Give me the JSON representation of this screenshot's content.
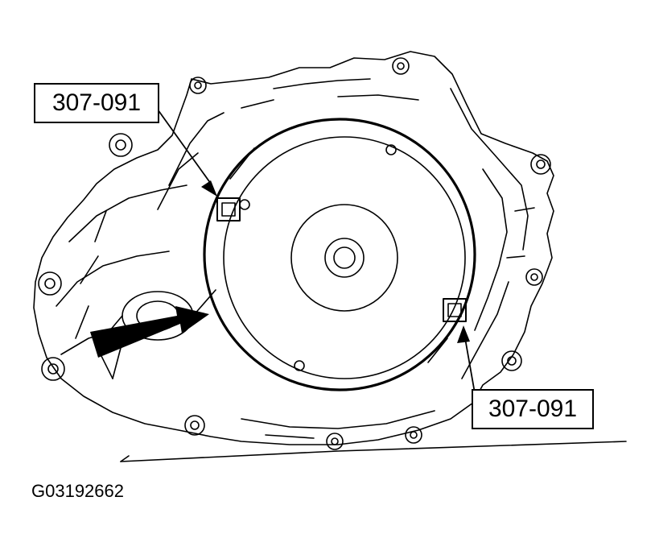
{
  "callouts": {
    "top": "307-091",
    "bottom": "307-091"
  },
  "figure_id": "G03192662",
  "colors": {
    "line": "#000000",
    "background": "#ffffff"
  }
}
